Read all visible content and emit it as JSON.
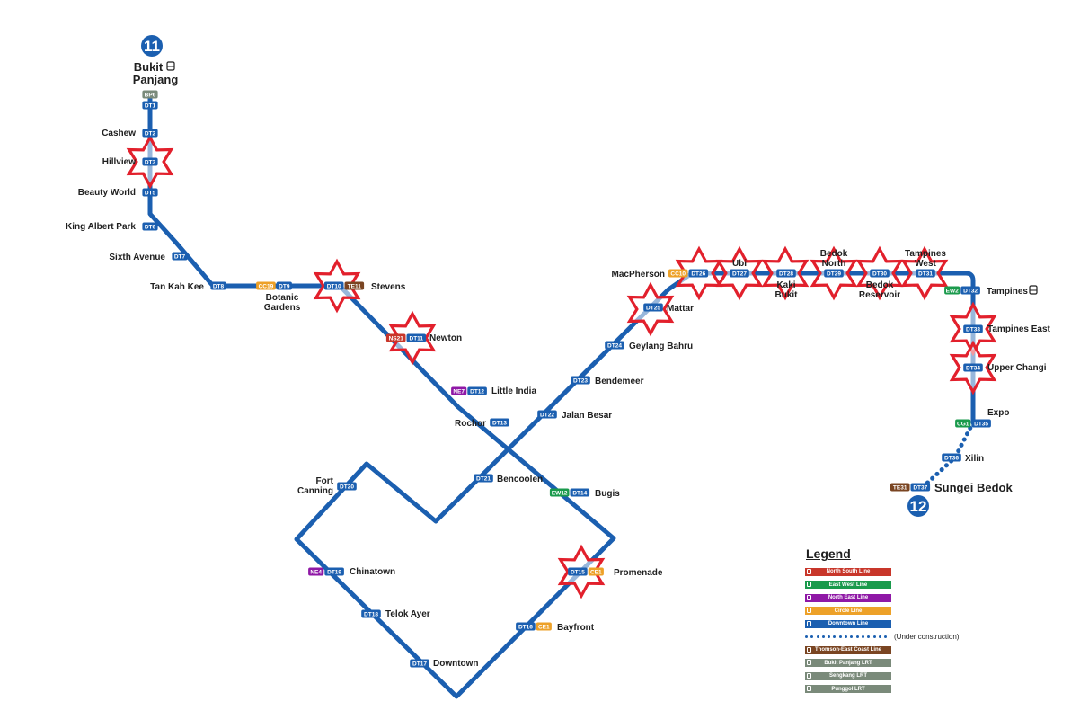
{
  "colors": {
    "line": "#1b5fb0",
    "downtown": "#1b5fb0",
    "north_south": "#c8362a",
    "east_west": "#1a9a4c",
    "north_east": "#8f18a6",
    "circle": "#eda128",
    "thomson_east_coast": "#7a4522",
    "lrt": "#7a8a7a",
    "star": "#e2202c"
  },
  "termini": [
    {
      "number": "11",
      "name_line1": "Bukit",
      "name_line2": "Panjang",
      "icon": "bus-icon"
    },
    {
      "number": "12",
      "name": "Sungei Bedok"
    }
  ],
  "stations": [
    {
      "name": "Bukit Panjang",
      "codes": [
        "BP6",
        "DT1"
      ]
    },
    {
      "name": "Cashew",
      "codes": [
        "DT2"
      ]
    },
    {
      "name": "Hillview",
      "codes": [
        "DT3"
      ]
    },
    {
      "name": "Beauty World",
      "codes": [
        "DT5"
      ]
    },
    {
      "name": "King Albert Park",
      "codes": [
        "DT6"
      ]
    },
    {
      "name": "Sixth Avenue",
      "codes": [
        "DT7"
      ]
    },
    {
      "name": "Tan Kah Kee",
      "codes": [
        "DT8"
      ]
    },
    {
      "name_line1": "Botanic",
      "name_line2": "Gardens",
      "codes": [
        "CC19",
        "DT9"
      ]
    },
    {
      "name": "Stevens",
      "codes": [
        "DT10",
        "TE11"
      ]
    },
    {
      "name": "Newton",
      "codes": [
        "NS21",
        "DT11"
      ]
    },
    {
      "name": "Little India",
      "codes": [
        "NE7",
        "DT12"
      ]
    },
    {
      "name": "Rochor",
      "codes": [
        "DT13"
      ]
    },
    {
      "name": "Bugis",
      "codes": [
        "EW12",
        "DT14"
      ]
    },
    {
      "name": "Promenade",
      "codes": [
        "DT15",
        "CE1"
      ]
    },
    {
      "name": "Bayfront",
      "codes": [
        "DT16",
        "CE1"
      ]
    },
    {
      "name": "Downtown",
      "codes": [
        "DT17"
      ]
    },
    {
      "name": "Telok Ayer",
      "codes": [
        "DT18"
      ]
    },
    {
      "name": "Chinatown",
      "codes": [
        "NE4",
        "DT19"
      ]
    },
    {
      "name_line1": "Fort",
      "name_line2": "Canning",
      "codes": [
        "DT20"
      ]
    },
    {
      "name": "Bencoolen",
      "codes": [
        "DT21"
      ]
    },
    {
      "name": "Jalan Besar",
      "codes": [
        "DT22"
      ]
    },
    {
      "name": "Bendemeer",
      "codes": [
        "DT23"
      ]
    },
    {
      "name": "Geylang Bahru",
      "codes": [
        "DT24"
      ]
    },
    {
      "name": "Mattar",
      "codes": [
        "DT25"
      ]
    },
    {
      "name": "MacPherson",
      "codes": [
        "CC10",
        "DT26"
      ]
    },
    {
      "name": "Ubi",
      "codes": [
        "DT27"
      ]
    },
    {
      "name_line1": "Kaki",
      "name_line2": "Bukit",
      "codes": [
        "DT28"
      ]
    },
    {
      "name_line1": "Bedok",
      "name_line2": "North",
      "codes": [
        "DT29"
      ]
    },
    {
      "name_line1": "Bedok",
      "name_line2": "Reservoir",
      "codes": [
        "DT30"
      ]
    },
    {
      "name_line1": "Tampines",
      "name_line2": "West",
      "codes": [
        "DT31"
      ]
    },
    {
      "name": "Tampines",
      "codes": [
        "EW2",
        "DT32"
      ]
    },
    {
      "name": "Tampines East",
      "codes": [
        "DT33"
      ]
    },
    {
      "name": "Upper Changi",
      "codes": [
        "DT34"
      ]
    },
    {
      "name": "Expo",
      "codes": [
        "CG1",
        "DT35"
      ]
    },
    {
      "name": "Xilin",
      "codes": [
        "DT36"
      ]
    },
    {
      "name": "Sungei Bedok",
      "codes": [
        "TE31",
        "DT37"
      ]
    }
  ],
  "legend": {
    "title": "Legend",
    "items": [
      {
        "label": "North South Line",
        "color": "#c8362a"
      },
      {
        "label": "East West Line",
        "color": "#1a9a4c"
      },
      {
        "label": "North East Line",
        "color": "#8f18a6"
      },
      {
        "label": "Circle Line",
        "color": "#eda128"
      },
      {
        "label": "Downtown Line",
        "color": "#1b5fb0"
      },
      {
        "label": "",
        "style": "dotted",
        "note": "(Under construction)"
      },
      {
        "label": "Thomson-East Coast Line",
        "color": "#7a4522"
      },
      {
        "label": "Bukit Panjang LRT",
        "color": "#7a8a7a"
      },
      {
        "label": "Sengkang LRT",
        "color": "#7a8a7a"
      },
      {
        "label": "Punggol LRT",
        "color": "#7a8a7a"
      }
    ]
  }
}
